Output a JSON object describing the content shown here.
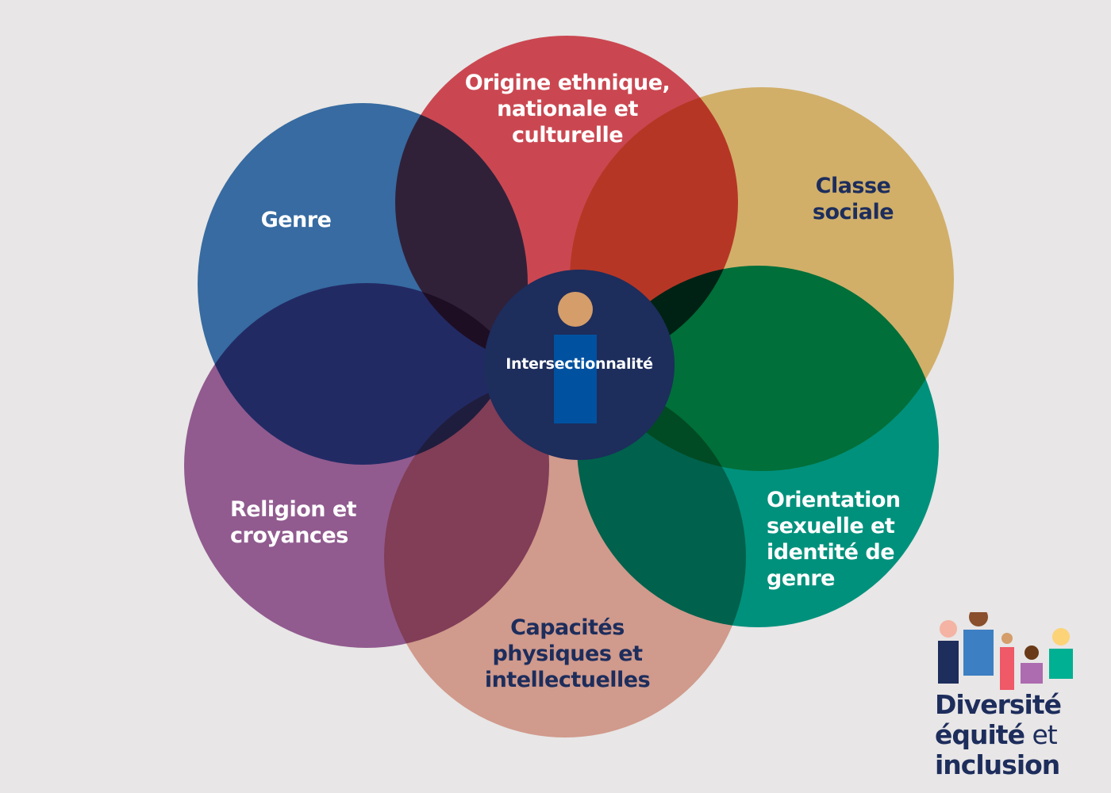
{
  "diagram": {
    "title": "Intersectionnalité",
    "petals": [
      {
        "id": "ethnic",
        "label": "Origine ethnique,\nnationale et\nculturelle",
        "color": "#de4f5a",
        "text_tone": "light"
      },
      {
        "id": "class",
        "label": "Classe\nsociale",
        "color": "#e6c274",
        "text_tone": "dark"
      },
      {
        "id": "orientation",
        "label": "Orientation\nsexuelle et\nidentité de\ngenre",
        "color": "#00a18a",
        "text_tone": "light"
      },
      {
        "id": "abilities",
        "label": "Capacités\nphysiques et\nintellectuelles",
        "color": "#e5ab9b",
        "text_tone": "dark"
      },
      {
        "id": "religion",
        "label": "Religion et\ncroyances",
        "color": "#a0659f",
        "text_tone": "light"
      },
      {
        "id": "gender",
        "label": "Genre",
        "color": "#3c76b3",
        "text_tone": "light"
      }
    ],
    "center": {
      "color": "#1d2d5c",
      "icon_head_color": "#d49d6a",
      "icon_body_color": "#0052a0"
    }
  },
  "logo": {
    "line1": "Diversité",
    "line2_bold": "équité",
    "line2_thin": " et",
    "line3": "inclusion",
    "figures": [
      {
        "head": "#f4b3a3",
        "body": "#1d2d5c"
      },
      {
        "head": "#8a4f2c",
        "body": "#3d7fc3"
      },
      {
        "head": "#d49d6a",
        "body": "#ef5968"
      },
      {
        "head": "#6a3a18",
        "body": "#ad6bb0"
      },
      {
        "head": "#fcd377",
        "body": "#00b092"
      }
    ]
  }
}
